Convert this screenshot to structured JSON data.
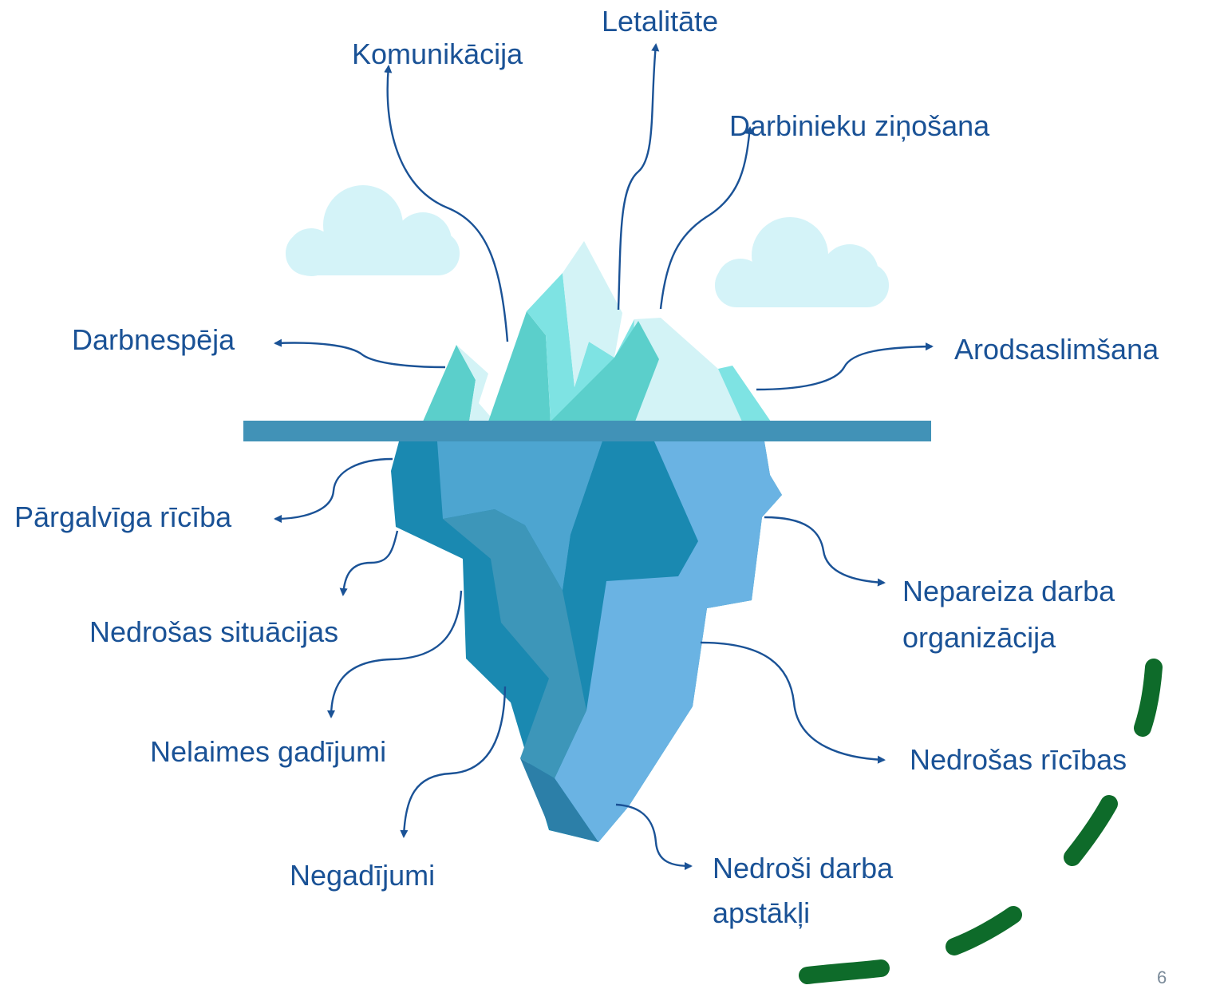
{
  "labels": {
    "komunikacija": "Komunikācija",
    "letalitate": "Letalitāte",
    "darbinieku_zinosana": "Darbinieku ziņošana",
    "darbnespeja": "Darbnespēja",
    "arodsaslimsana": "Arodsaslimšana",
    "pargalviga_riciba": "Pārgalvīga rīcība",
    "nedrosas_situacijas": "Nedrošas situācijas",
    "nelaimes_gadijumi": "Nelaimes gadījumi",
    "negadijumi": "Negadījumi",
    "nepareiza_line1": "Nepareiza darba",
    "nepareiza_line2": "organizācija",
    "nedrosas_ricibas": "Nedrošas rīcības",
    "nedrosi_line1": "Nedroši darba",
    "nedrosi_line2": "apstākļi"
  },
  "page_number": "6",
  "colors": {
    "label_text": "#1a5296",
    "arrow": "#1a5296",
    "water_line": "#4192b7",
    "cloud": "#d4f3f8",
    "ice_top_light": "#d3f3f6",
    "ice_top_mid": "#7ee3e3",
    "ice_top_dark": "#5bcfcb",
    "ice_bottom_dark": "#1a89b1",
    "ice_bottom_mid": "#4da5d0",
    "ice_bottom_light": "#6ab3e3",
    "ice_bottom_band": "#3d96b9",
    "dash_green": "#0e6b2a"
  }
}
